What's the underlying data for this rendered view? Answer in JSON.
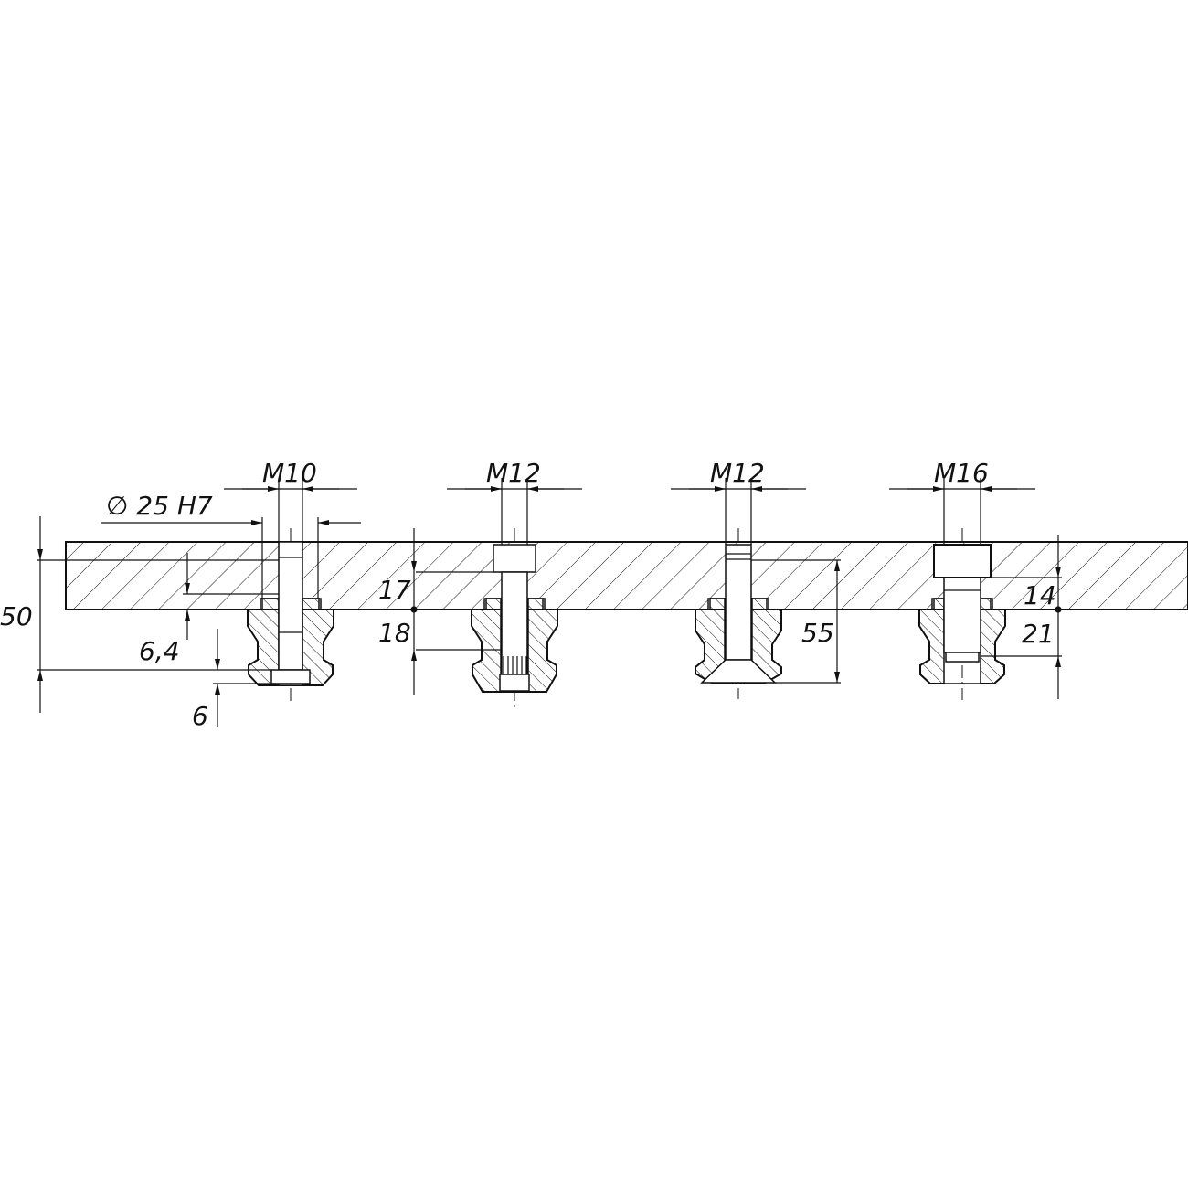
{
  "drawing": {
    "line_color": "#111111",
    "background": "#ffffff",
    "hatch": "diagonal-45",
    "bore_label": "∅ 25 H7",
    "plate_thickness": "50",
    "fasteners": [
      {
        "thread": "M10"
      },
      {
        "thread": "M12"
      },
      {
        "thread": "M12"
      },
      {
        "thread": "M16"
      }
    ],
    "dimensions": {
      "d_6_4": "6,4",
      "d_6": "6",
      "d_17": "17",
      "d_18": "18",
      "d_55": "55",
      "d_14": "14",
      "d_21": "21"
    }
  }
}
